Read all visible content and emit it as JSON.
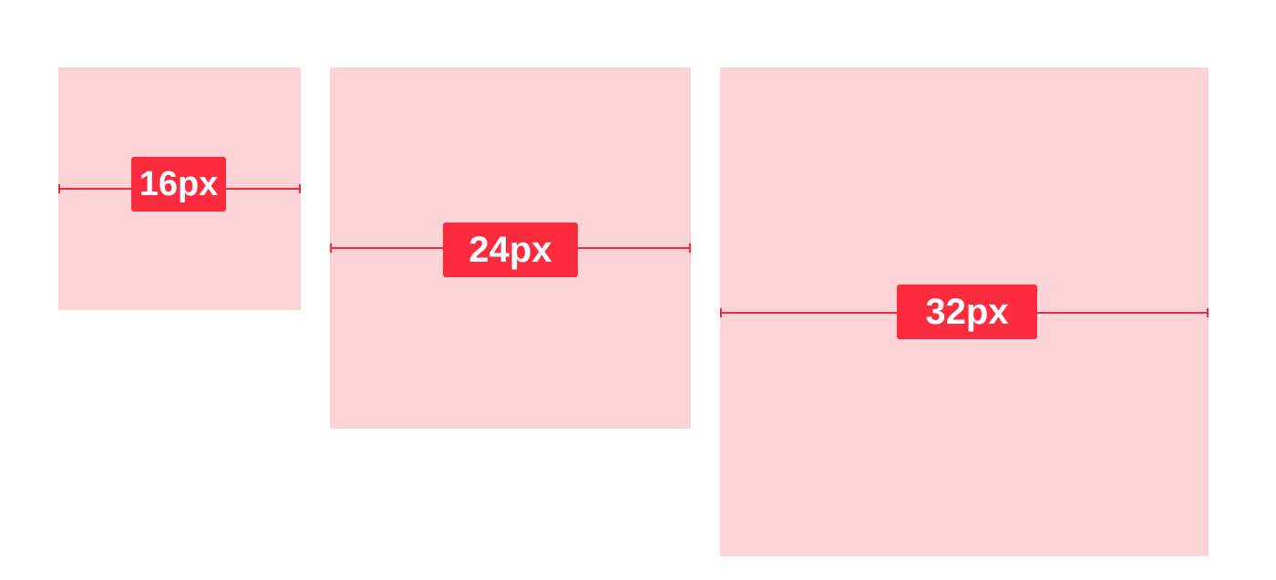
{
  "colors": {
    "box_fill": "#fcd4d7",
    "accent": "#fc2b3e",
    "label_text": "#ffffff",
    "background": "#ffffff"
  },
  "sizes": [
    {
      "label": "16px"
    },
    {
      "label": "24px"
    },
    {
      "label": "32px"
    }
  ]
}
